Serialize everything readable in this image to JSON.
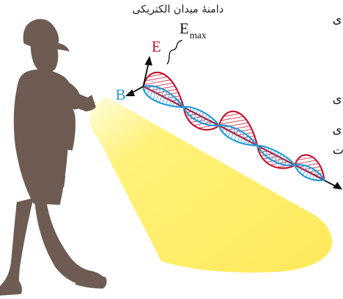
{
  "labels": {
    "amplitude_caption": "دامنهٔ میدان الکتریکی",
    "e_symbol": "E",
    "emax_main": "E",
    "emax_sub": "max",
    "b_symbol": "B"
  },
  "cut_text": [
    "ی",
    "ی",
    "ی",
    "ت"
  ],
  "colors": {
    "electric_wave": "#c8102e",
    "magnetic_wave": "#1f9ad6",
    "light_beam": "#fff06a",
    "person": "#6e5b52",
    "axis": "#111111"
  }
}
